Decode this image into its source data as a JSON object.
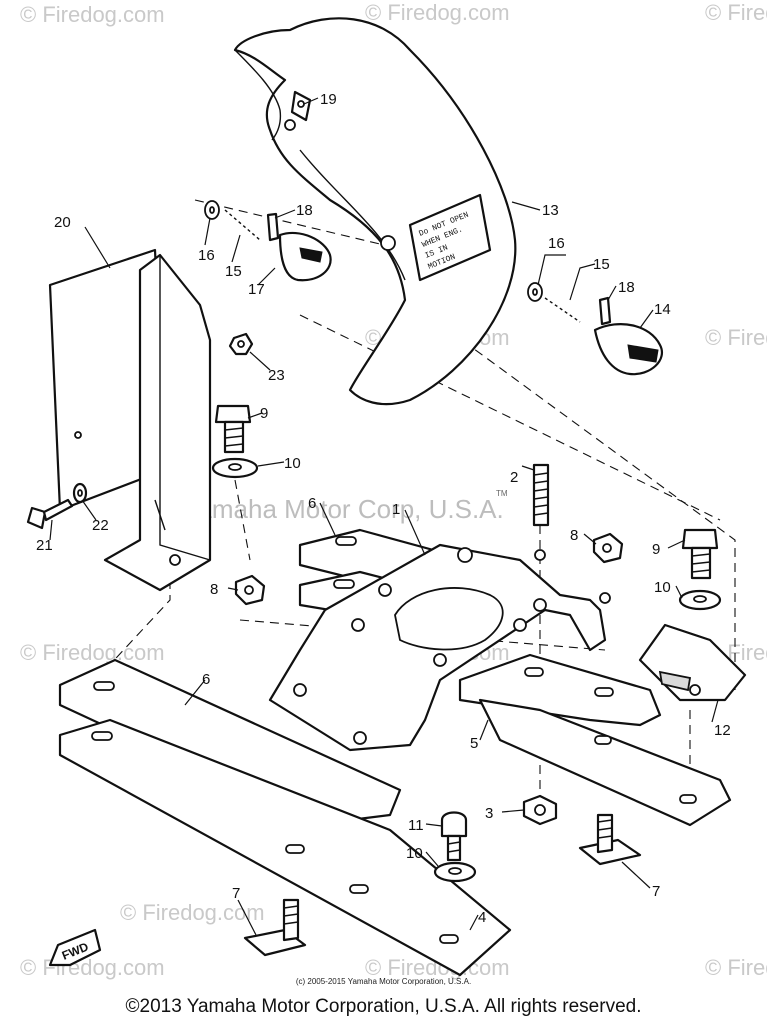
{
  "watermarks": {
    "site": "© Firedog.com",
    "main": "Yamaha Motor Corp, U.S.A."
  },
  "decal_lines": [
    "Do NOT OPEN",
    "WHEN ENG.",
    "IS IN",
    "MOTION"
  ],
  "fwd_label": "FWD",
  "callouts": {
    "c1": "1",
    "c2": "2",
    "c3": "3",
    "c4": "4",
    "c5": "5",
    "c6a": "6",
    "c6b": "6",
    "c7a": "7",
    "c7b": "7",
    "c8a": "8",
    "c8b": "8",
    "c9a": "9",
    "c9b": "9",
    "c10a": "10",
    "c10b": "10",
    "c10c": "10",
    "c11": "11",
    "c12": "12",
    "c13": "13",
    "c14": "14",
    "c15a": "15",
    "c15b": "15",
    "c16a": "16",
    "c16b": "16",
    "c17": "17",
    "c18a": "18",
    "c18b": "18",
    "c19": "19",
    "c20": "20",
    "c21": "21",
    "c22": "22",
    "c23": "23"
  },
  "tm_mark": "TM",
  "footer": {
    "small": "(c) 2005-2015 Yamaha Motor Corporation, U.S.A.",
    "main": "©2013 Yamaha Motor Corporation, U.S.A. All rights reserved."
  }
}
